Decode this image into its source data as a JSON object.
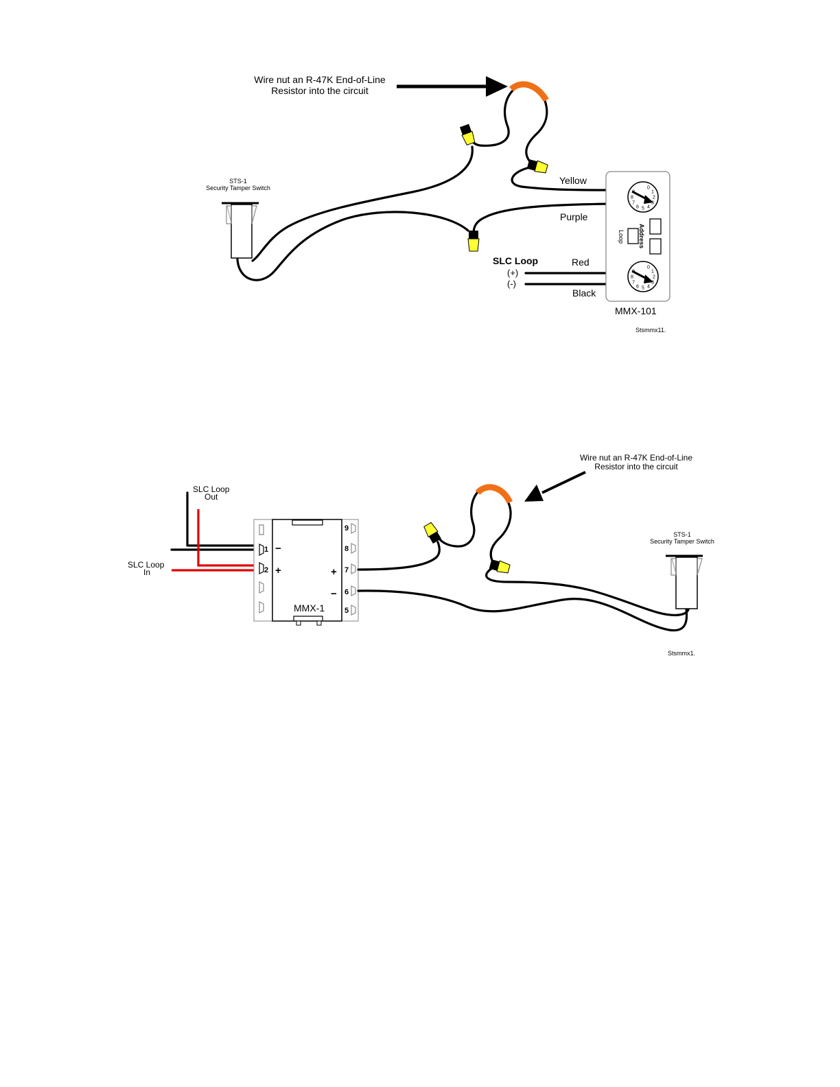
{
  "diagram1": {
    "callout": [
      "Wire nut an R-47K End-of-Line",
      "Resistor into the circuit"
    ],
    "switch_label": [
      "STS-1",
      "Security Tamper Switch"
    ],
    "wire_labels": {
      "yellow": "Yellow",
      "purple": "Purple",
      "red": "Red",
      "black": "Black"
    },
    "slc_loop": "SLC Loop",
    "plus": "(+)",
    "minus": "(-)",
    "module_labels": {
      "address": "Address",
      "loop": "Loop"
    },
    "module_name": "MMX-101",
    "figure_id": "Stsmmx11.",
    "dial_digits": [
      "0",
      "1",
      "2",
      "3",
      "4",
      "5",
      "6",
      "7",
      "8",
      "9"
    ]
  },
  "diagram2": {
    "callout": [
      "Wire nut an R-47K End-of-Line",
      "Resistor into the circuit"
    ],
    "switch_label": [
      "STS-1",
      "Security Tamper Switch"
    ],
    "slc_out": [
      "SLC  Loop",
      "Out"
    ],
    "slc_in": [
      "SLC  Loop",
      "In"
    ],
    "module_name": "MMX-1",
    "terminals_left": [
      "1",
      "2"
    ],
    "terminals_right": [
      "9",
      "8",
      "7",
      "6",
      "5"
    ],
    "polarity": {
      "left_minus": "−",
      "left_plus": "+",
      "right_plus": "+",
      "right_minus": "−"
    },
    "figure_id": "Stsmmx1."
  },
  "colors": {
    "resistor": "#f07018",
    "wire_nut": "#ffff33",
    "slc_red": "#e00000",
    "wire": "#000000"
  }
}
